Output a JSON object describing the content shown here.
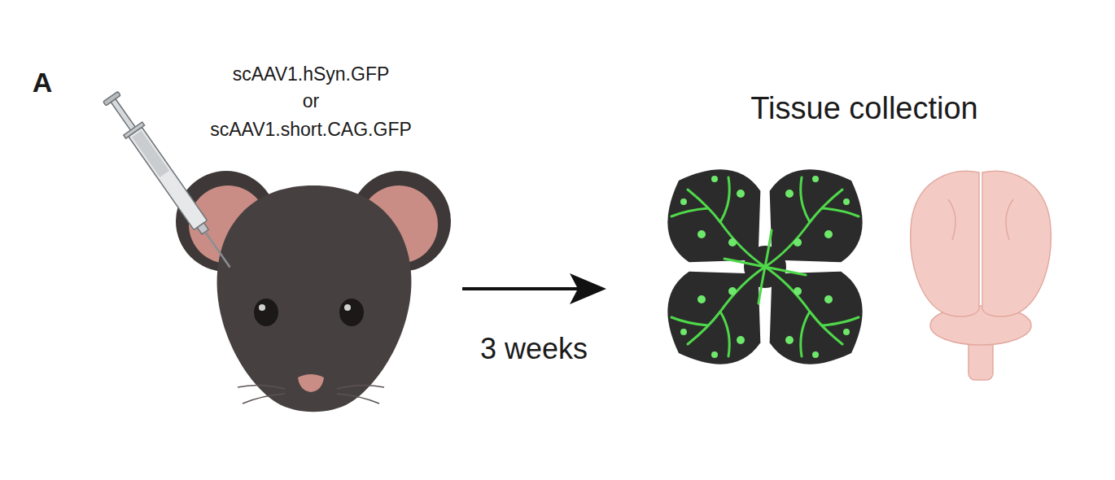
{
  "diagram": {
    "labels": [
      "A",
      "scAAV1.hSyn.GFP",
      "or",
      "scAAV1.short.CAG.GFP",
      "3 weeks",
      "Tissue collection"
    ]
  }
}
